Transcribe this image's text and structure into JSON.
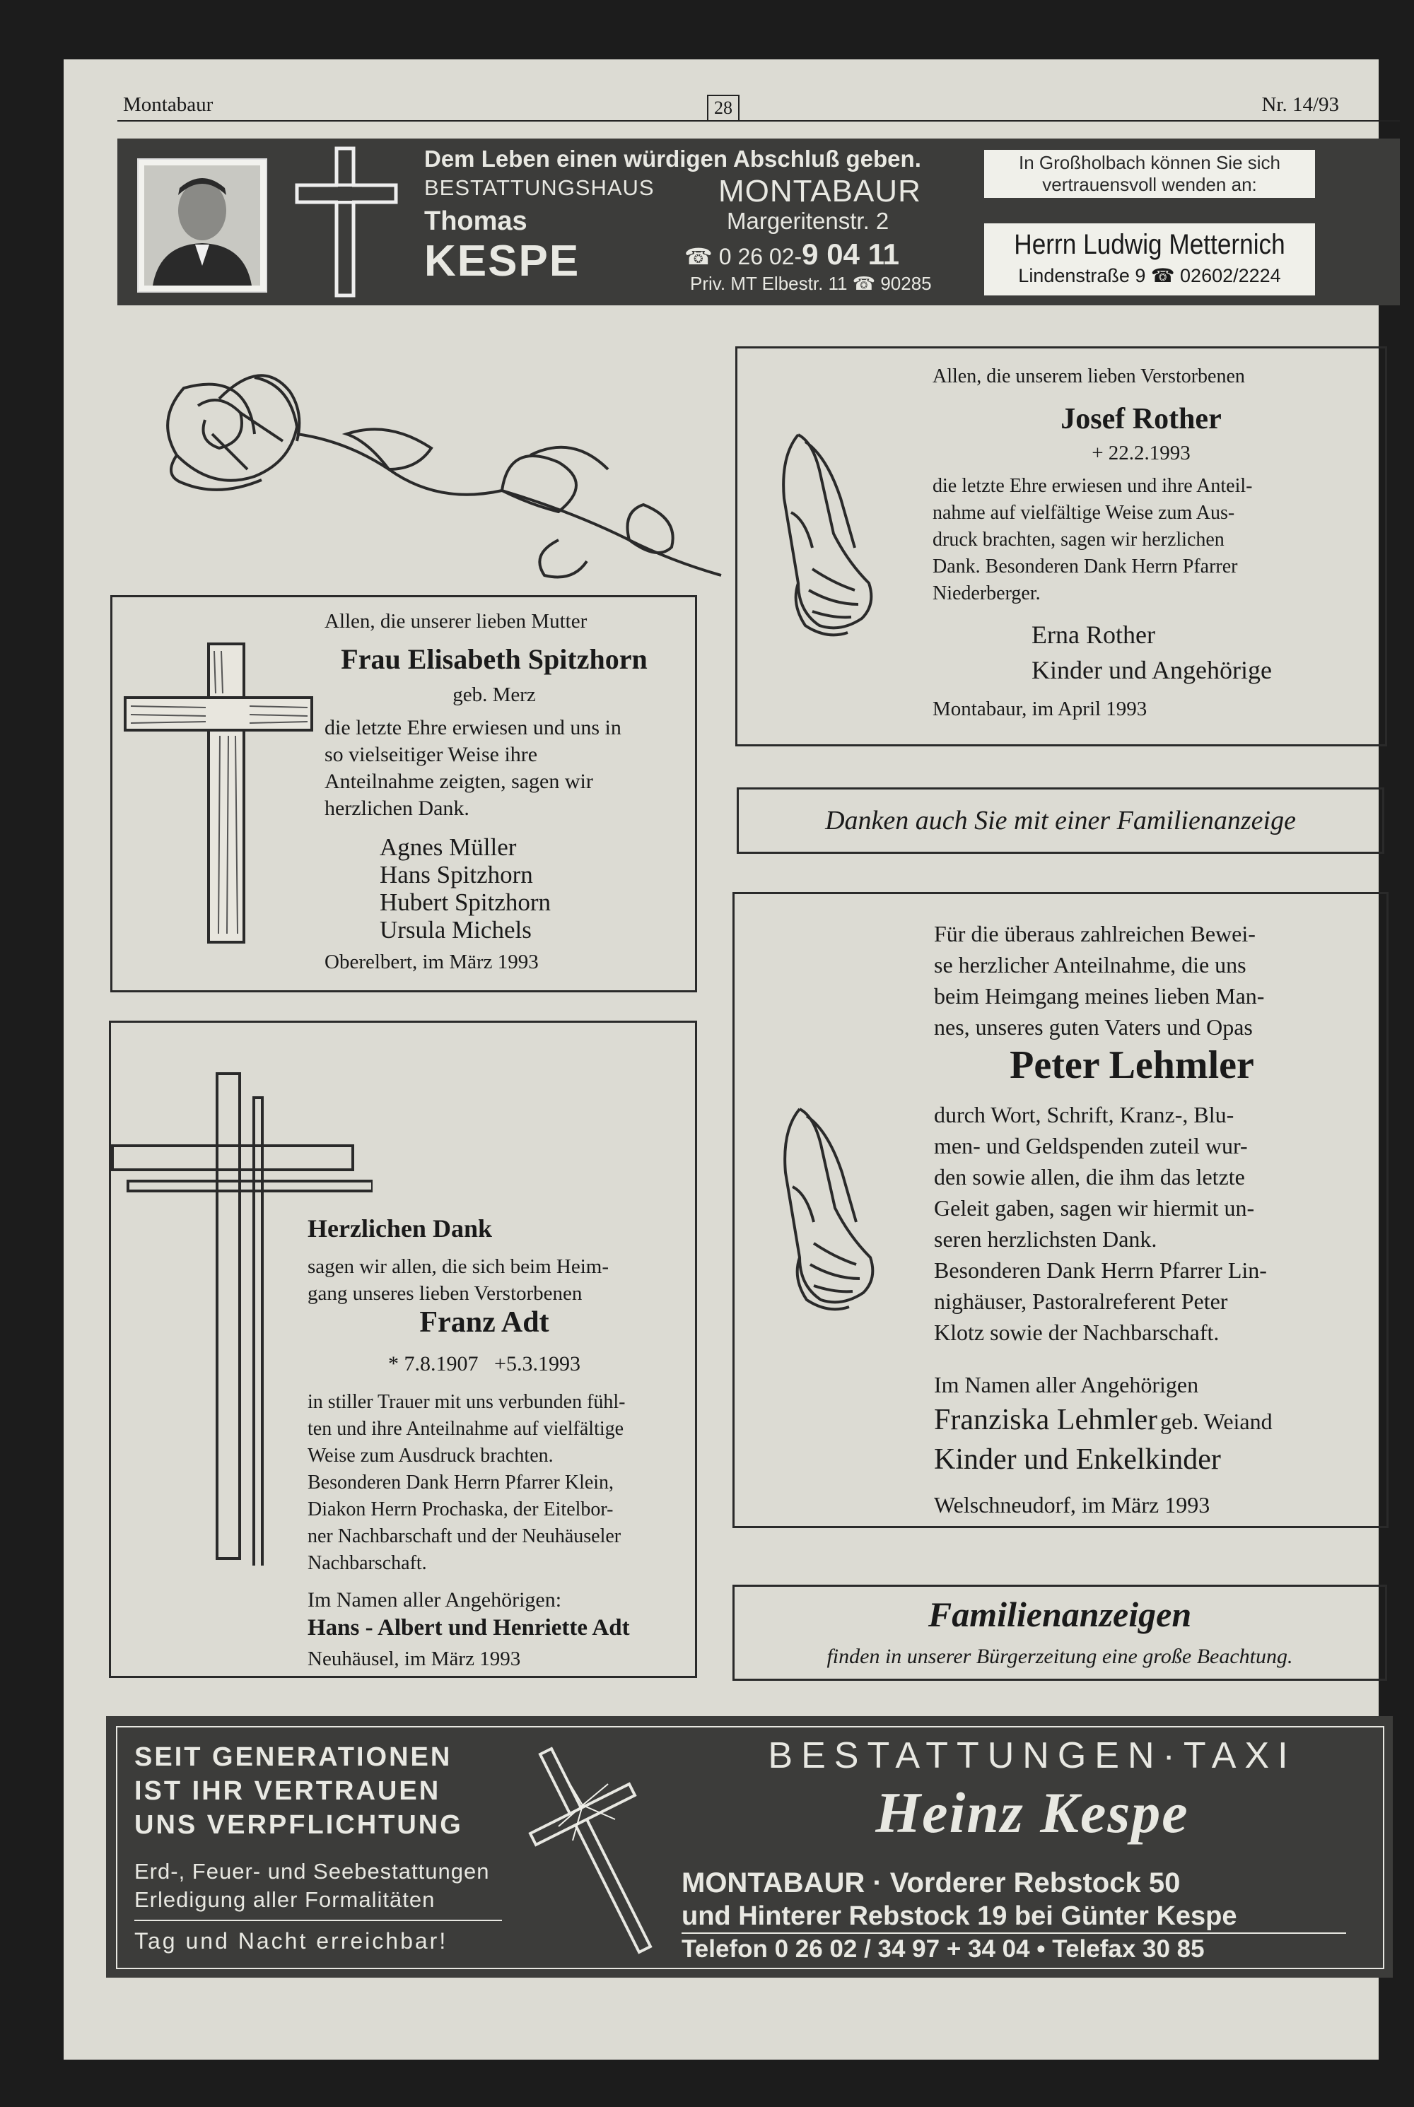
{
  "header": {
    "town": "Montabaur",
    "page_number": "28",
    "issue": "Nr. 14/93"
  },
  "top_ad": {
    "slogan": "Dem Leben einen würdigen Abschluß geben.",
    "house_label": "BESTATTUNGSHAUS",
    "city": "MONTABAUR",
    "first_name": "Thomas",
    "last_name": "KESPE",
    "street": "Margeritenstr. 2",
    "phone_prefix": "☎ 0 26 02-",
    "phone_main": "9 04 11",
    "private": "Priv. MT Elbestr. 11 ☎ 90285",
    "side_note": "In Großholbach können Sie sich vertrauensvoll wenden an:",
    "contact_name": "Herrn Ludwig Metternich",
    "contact_address": "Lindenstraße 9 ☎ 02602/2224"
  },
  "ad_spitzhorn": {
    "intro": "Allen, die unserer lieben Mutter",
    "name": "Frau Elisabeth Spitzhorn",
    "birth_name": "geb. Merz",
    "text_lines": [
      "die letzte Ehre erwiesen und uns in",
      "so vielseitiger Weise ihre",
      "Anteilnahme zeigten, sagen wir",
      "herzlichen Dank."
    ],
    "signers": [
      "Agnes Müller",
      "Hans Spitzhorn",
      "Hubert Spitzhorn",
      "Ursula Michels"
    ],
    "place_date": "Oberelbert, im März 1993"
  },
  "ad_rother": {
    "intro": "Allen, die unserem lieben Verstorbenen",
    "name": "Josef Rother",
    "date": "+ 22.2.1993",
    "text_lines": [
      "die letzte Ehre erwiesen und ihre Anteil-",
      "nahme auf vielfältige Weise zum Aus-",
      "druck brachten, sagen wir herzlichen",
      "Dank. Besonderen Dank Herrn Pfarrer",
      "Niederberger."
    ],
    "signers": [
      "Erna Rother",
      "Kinder und Angehörige"
    ],
    "place_date": "Montabaur, im April 1993"
  },
  "promo_banner": "Danken auch Sie mit einer Familienanzeige",
  "ad_lehmler": {
    "intro_lines": [
      "Für die überaus zahlreichen Bewei-",
      "se herzlicher Anteilnahme, die uns",
      "beim Heimgang meines lieben Man-",
      "nes, unseres guten Vaters und Opas"
    ],
    "name": "Peter Lehmler",
    "text_lines": [
      "durch Wort, Schrift, Kranz-, Blu-",
      "men- und Geldspenden zuteil wur-",
      "den sowie allen, die ihm das letzte",
      "Geleit gaben, sagen wir hiermit un-",
      "seren herzlichsten Dank.",
      "Besonderen Dank Herrn Pfarrer Lin-",
      "nighäuser, Pastoralreferent Peter",
      "Klotz sowie der Nachbarschaft."
    ],
    "on_behalf": "Im Namen aller Angehörigen",
    "widow": "Franziska Lehmler",
    "widow_birth": "geb. Weiand",
    "family": "Kinder und Enkelkinder",
    "place_date": "Welschneudorf, im März 1993"
  },
  "ad_adt": {
    "heading": "Herzlichen Dank",
    "intro_lines": [
      "sagen wir allen, die sich beim Heim-",
      "gang unseres lieben Verstorbenen"
    ],
    "name": "Franz Adt",
    "dates": "* 7.8.1907   +5.3.1993",
    "text_lines": [
      "in stiller Trauer mit uns verbunden fühl-",
      "ten und ihre Anteilnahme auf vielfältige",
      "Weise zum Ausdruck brachten.",
      "Besonderen Dank Herrn Pfarrer Klein,",
      "Diakon Herrn Prochaska, der Eitelbor-",
      "ner Nachbarschaft und der Neuhäuseler",
      "Nachbarschaft."
    ],
    "on_behalf": "Im Namen aller Angehörigen:",
    "signers": "Hans - Albert und Henriette Adt",
    "place_date": "Neuhäusel, im März 1993"
  },
  "family_ad_note": {
    "title": "Familienanzeigen",
    "subtitle": "finden in unserer Bürgerzeitung eine große Beachtung."
  },
  "bottom_ad": {
    "slogan_lines": [
      "SEIT GENERATIONEN",
      "IST IHR VERTRAUEN",
      "UNS VERPFLICHTUNG"
    ],
    "services_lines": [
      "Erd-, Feuer- und Seebestattungen",
      "Erledigung aller Formalitäten"
    ],
    "availability": "Tag und Nacht erreichbar!",
    "business": "BESTATTUNGEN·TAXI",
    "owner": "Heinz Kespe",
    "address_line1": "MONTABAUR · Vorderer Rebstock 50",
    "address_line2": "und Hinterer Rebstock 19 bei Günter Kespe",
    "phone_line": "Telefon 0 26 02 / 34 97 + 34 04 • Telefax 30 85"
  }
}
